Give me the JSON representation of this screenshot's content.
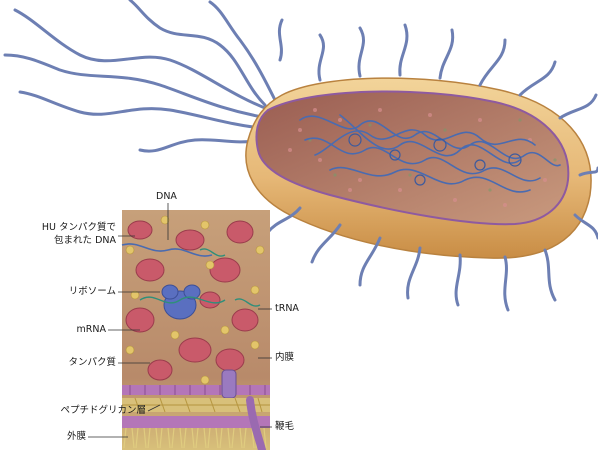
{
  "labels": {
    "dna": "DNA",
    "hu_protein_line1": "HU タンパク質で",
    "hu_protein_line2": "包まれた DNA",
    "ribosome": "リボソーム",
    "mrna": "mRNA",
    "protein": "タンパク質",
    "peptidoglycan": "ペプチドグリカン層",
    "outer_membrane": "外膜",
    "trna": "tRNA",
    "inner_membrane": "内膜",
    "flagellum": "鞭毛"
  },
  "colors": {
    "cell_body": "#e6b877",
    "cell_wall": "#c98a3a",
    "cytoplasm": "#a86a55",
    "nucleoid": "#4a6bb0",
    "flagella": "#6d7fb3",
    "ribosome": "#c95a6a",
    "inset_membrane": "#b476b8",
    "peptidoglycan": "#d8c07a"
  }
}
